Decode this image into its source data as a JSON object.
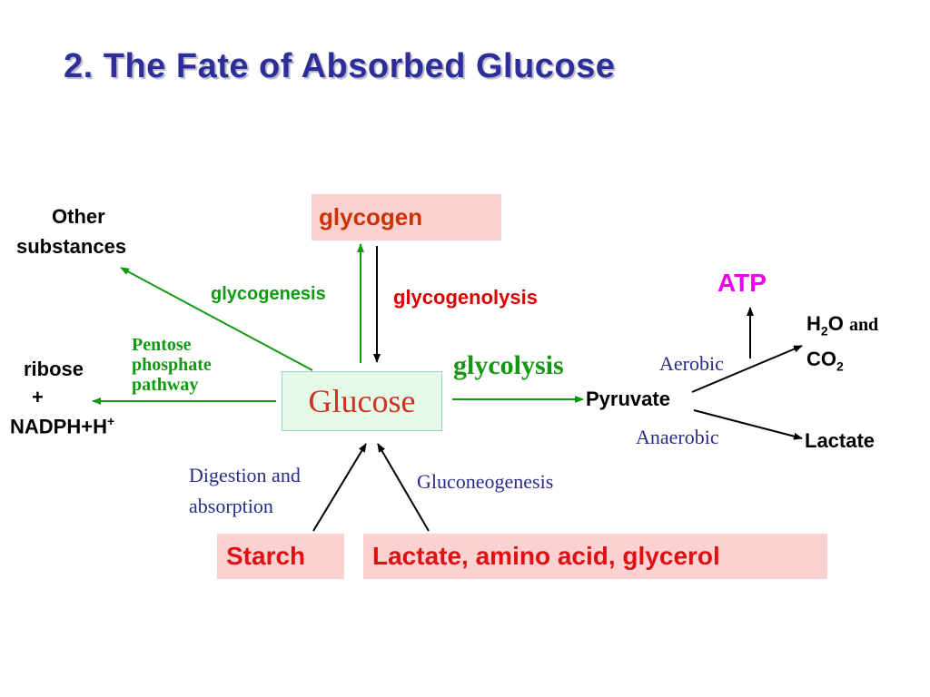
{
  "title": "2. The Fate of Absorbed Glucose",
  "nodes": {
    "glycogen": "glycogen",
    "glucose": "Glucose",
    "other_substances_line1": "Other",
    "other_substances_line2": "substances",
    "ribose_line1": "ribose",
    "ribose_line2": "+",
    "nadph": "NADPH+H",
    "nadph_sup": "+",
    "pyruvate": "Pyruvate",
    "atp": "ATP",
    "h2o_h": "H",
    "h2o_sub": "2",
    "h2o_o": "O",
    "h2o_and": "and",
    "co2_c": "CO",
    "co2_sub": "2",
    "lactate_out": "Lactate",
    "starch": "Starch",
    "precursors": "Lactate, amino acid, glycerol"
  },
  "processes": {
    "glycogenesis": "glycogenesis",
    "glycogenolysis": "glycogenolysis",
    "pentose_line1": "Pentose",
    "pentose_line2": "phosphate",
    "pentose_line3": "pathway",
    "glycolysis": "glycolysis",
    "aerobic": "Aerobic",
    "anaerobic": "Anaerobic",
    "digestion_line1": "Digestion and",
    "digestion_line2": "absorption",
    "gluconeogenesis": "Gluconeogenesis"
  },
  "colors": {
    "title": "#2e2e9a",
    "arrow_green": "#129912",
    "arrow_black": "#000000",
    "glucose_text": "#cc3322",
    "glycogen_text": "#cc3300",
    "red_label": "#dd0000",
    "green_label": "#119911",
    "blue_label": "#2a2a8a",
    "atp": "#ee00ee",
    "pink_box": "#fcd1d1",
    "glucose_box": "#e6f8e6"
  }
}
